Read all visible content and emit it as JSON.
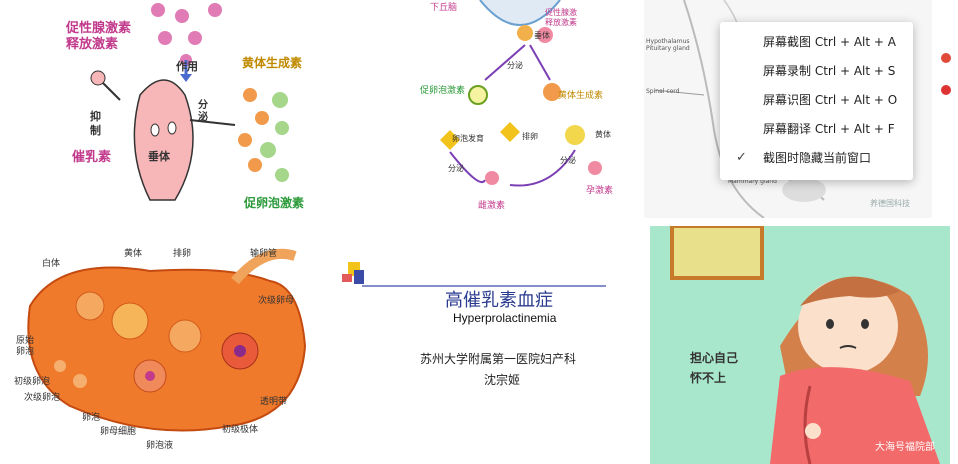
{
  "tile1": {
    "hormone_release": "促性腺激素\n释放激素",
    "action": "作用",
    "inhibit": "抑\n制",
    "prolactin": "催乳素",
    "pituitary": "垂体",
    "secrete": "分\n泌",
    "lh": "黄体生成素",
    "fsh": "促卵泡激素"
  },
  "tile2": {
    "hypothalamus": "下丘脑",
    "gnrh": "促性腺激\n释放激素",
    "pituitary": "垂体",
    "secrete": "分泌",
    "fsh": "促卵泡激素",
    "lh": "黄体生成素",
    "follicle_dev": "卵泡发育",
    "ovulation": "排卵",
    "corpus_luteum": "黄体",
    "secrete_left": "分泌",
    "secrete_right": "分泌",
    "estrogen": "雌激素",
    "progesterone": "孕激素"
  },
  "context_menu": {
    "items": [
      {
        "label": "屏幕截图 Ctrl + Alt + A",
        "checked": false
      },
      {
        "label": "屏幕录制 Ctrl + Alt + S",
        "checked": false
      },
      {
        "label": "屏幕识图 Ctrl + Alt + O",
        "checked": false
      },
      {
        "label": "屏幕翻译 Ctrl + Alt + F",
        "checked": false
      },
      {
        "label": "截图时隐藏当前窗口",
        "checked": true
      }
    ],
    "check_mark": "✓"
  },
  "tile3": {
    "hypothalamus": "Hypothalamus",
    "pituitary": "Pituitary gland",
    "spinal": "Spinal cord",
    "mammary": "Mammary gland",
    "watermark": "养德国科技"
  },
  "tile4": {
    "white_body": "白体",
    "corpus_luteum": "黄体",
    "ovulation": "排卵",
    "fallopian": "输卵管",
    "primordial": "原始\n卵泡",
    "primary": "初级卵泡",
    "secondary_follicle": "次级卵泡",
    "follicle": "卵泡",
    "oocyte": "卵母细胞",
    "follicular_fluid": "卵泡液",
    "first_polar": "初级极体",
    "zona": "透明带",
    "secondary_oocyte": "次级卵母"
  },
  "slide": {
    "title": "高催乳素血症",
    "subtitle": "Hyperprolactinemia",
    "organization": "苏州大学附属第一医院妇产科",
    "author": "沈宗姬"
  },
  "tile5": {
    "worry": "担心自己\n怀不上",
    "watermark": "大海号福院部"
  },
  "colors": {
    "accent_blue": "#2a3b8f",
    "pink": "#f4a7b9",
    "mint": "#a8e6cf",
    "orange": "#e8742a"
  }
}
